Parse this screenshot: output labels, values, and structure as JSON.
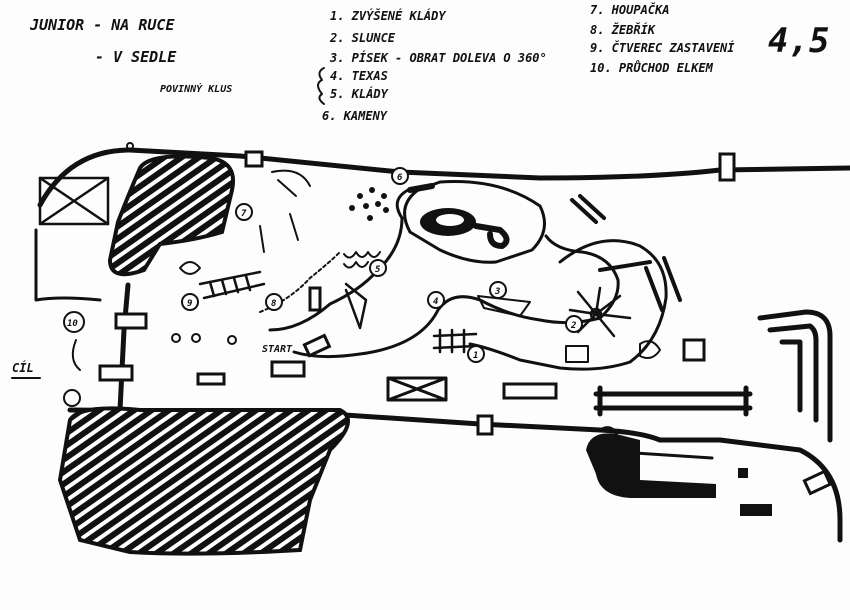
{
  "header": {
    "category_line1": "JUNIOR - NA RUCE",
    "category_line2": "- V SEDLE",
    "mandatory_note": "POVINNÝ KLUS",
    "score": "4,5"
  },
  "legend": [
    "1. ZVÝŠENÉ KLÁDY",
    "2. SLUNCE",
    "3. PÍSEK - OBRAT DOLEVA O 360°",
    "4. TEXAS",
    "5. KLÁDY",
    "6. KAMENY",
    "7. HOUPAČKA",
    "8. ŽEBŘÍK",
    "9. ČTVEREC ZASTAVENÍ",
    "10. PRŮCHOD ELKEM"
  ],
  "course": {
    "start_label": "START",
    "finish_label": "CÍL",
    "station_numbers": [
      "1",
      "2",
      "3",
      "4",
      "5",
      "6",
      "7",
      "8",
      "9",
      "10"
    ]
  },
  "colors": {
    "ink": "#111111",
    "paper": "#fdfdfd"
  }
}
